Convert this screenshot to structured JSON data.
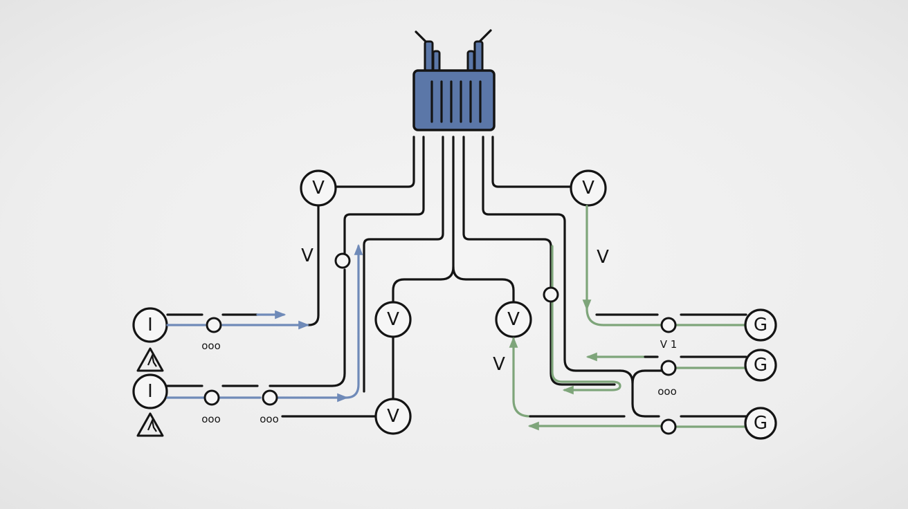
{
  "colors": {
    "transformer_fill": "#5b77a8",
    "blue_flow": "#6f8ab8",
    "green_flow": "#7ea57a",
    "line": "#141414"
  },
  "icons": {
    "transformer": "transformer-icon",
    "voltmeter": "voltmeter-icon",
    "current_source": "current-source-icon",
    "generator": "generator-icon",
    "warning": "warning-triangle-icon"
  },
  "labels": {
    "meter_symbol": "V",
    "source_symbol": "I",
    "generator_symbol": "G",
    "voltage_left": "V",
    "voltage_right": "V",
    "voltage_lower_right": "V",
    "node_caption_left_top": "ooo",
    "node_caption_left_bottom_a": "ooo",
    "node_caption_left_bottom_b": "ooo",
    "node_caption_right_top": "V 1",
    "node_caption_right_mid": "ooo"
  }
}
